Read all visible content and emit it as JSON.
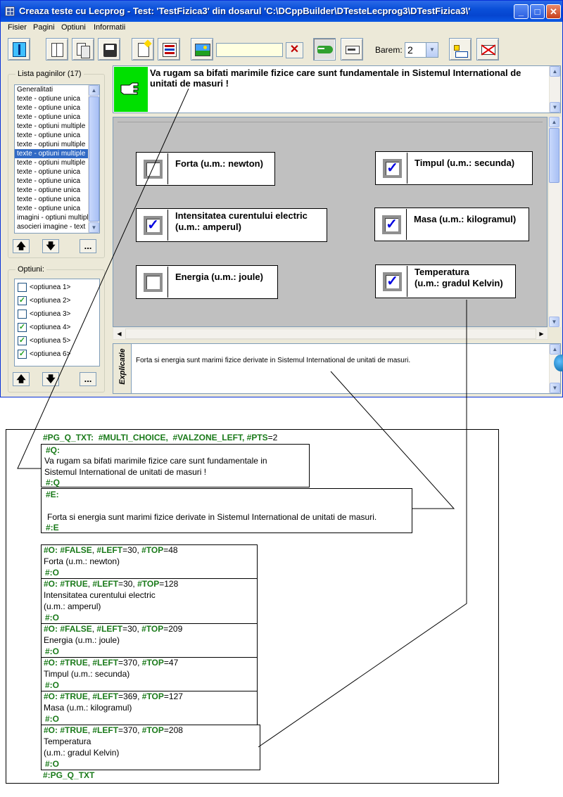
{
  "window": {
    "title": "Creaza teste cu Lecprog - Test: 'TestFizica3' din dosarul 'C:\\DCppBuilder\\DTesteLecprog3\\DTestFizica3\\'",
    "btn_minimize": "_",
    "btn_maximize": "□",
    "btn_close": "✕"
  },
  "menu": [
    "Fisier",
    "Pagini",
    "Optiuni",
    "Informatii"
  ],
  "toolbar": {
    "filter_value": "",
    "clear_label": "✕",
    "barem_label": "Barem:",
    "barem_value": "2",
    "barem_arrow": "▼"
  },
  "pages": {
    "title": "Lista paginilor (17)",
    "items": [
      "Generalitati",
      "texte - optiune unica",
      "texte - optiune unica",
      "texte - optiune unica",
      "texte - optiuni multiple",
      "texte - optiune unica",
      "texte - optiuni multiple",
      "texte - optiuni multiple",
      "texte - optiuni multiple",
      "texte - optiune unica",
      "texte - optiune unica",
      "texte - optiune unica",
      "texte - optiune unica",
      "texte - optiune unica",
      "imagini - optiuni multiple",
      "asocieri imagine - text"
    ],
    "selected_index": 7,
    "up": "🡅",
    "down": "🡇",
    "more": "..."
  },
  "options": {
    "title": "Optiuni:",
    "items": [
      {
        "label": "<optiunea 1>",
        "checked": false
      },
      {
        "label": "<optiunea 2>",
        "checked": true
      },
      {
        "label": "<optiunea 3>",
        "checked": false
      },
      {
        "label": "<optiunea 4>",
        "checked": true
      },
      {
        "label": "<optiunea 5>",
        "checked": true
      },
      {
        "label": "<optiunea 6>",
        "checked": true
      }
    ],
    "up": "🡅",
    "down": "🡇",
    "more": "..."
  },
  "question": {
    "text": "Va rugam sa bifati marimile fizice care sunt fundamentale in Sistemul International de unitati de masuri !"
  },
  "design_options": [
    {
      "label": "Forta (u.m.: newton)",
      "checked": false
    },
    {
      "label": "Intensitatea curentului electric\n(u.m.: amperul)",
      "checked": true
    },
    {
      "label": "Energia (u.m.: joule)",
      "checked": false
    },
    {
      "label": "Timpul (u.m.: secunda)",
      "checked": true
    },
    {
      "label": "Masa (u.m.: kilogramul)",
      "checked": true
    },
    {
      "label": "Temperatura\n(u.m.: gradul Kelvin)",
      "checked": true
    }
  ],
  "checkmark": "✓",
  "explanation": {
    "tab_label": "Explicatie",
    "text": "Forta si energia sunt marimi fizice derivate in Sistemul International de unitati de masuri."
  },
  "code": {
    "header_tag": "#PG_Q_TXT:",
    "header_rest_1": "#MULTI_CHOICE,",
    "header_rest_2": "#VALZONE_LEFT,",
    "header_pts_tag": "#PTS",
    "header_pts_val": "=2",
    "q_open": "#Q:",
    "q_line1": "Va rugam sa bifati marimile fizice care sunt fundamentale in",
    "q_line2": "Sistemul International de unitati de masuri !",
    "q_close": "#:Q",
    "e_open": "#E:",
    "e_line": "Forta si energia sunt marimi fizice derivate in Sistemul International de unitati de masuri.",
    "e_close": "#:E",
    "blocks": [
      {
        "tag": "#O:",
        "truth": "#FALSE",
        "left": "30",
        "top": "48",
        "lines": [
          "Forta (u.m.: newton)"
        ]
      },
      {
        "tag": "#O:",
        "truth": "#TRUE",
        "left": "30",
        "top": "128",
        "lines": [
          "Intensitatea curentului electric",
          "(u.m.: amperul)"
        ]
      },
      {
        "tag": "#O:",
        "truth": "#FALSE",
        "left": "30",
        "top": "209",
        "lines": [
          "Energia (u.m.: joule)"
        ]
      },
      {
        "tag": "#O:",
        "truth": "#TRUE",
        "left": "370",
        "top": "47",
        "lines": [
          "Timpul (u.m.: secunda)"
        ]
      },
      {
        "tag": "#O:",
        "truth": "#TRUE",
        "left": "369",
        "top": "127",
        "lines": [
          "Masa (u.m.: kilogramul)"
        ]
      },
      {
        "tag": "#O:",
        "truth": "#TRUE",
        "left": "370",
        "top": "208",
        "lines": [
          "Temperatura",
          "(u.m.: gradul Kelvin)"
        ]
      }
    ],
    "left_kw": "#LEFT",
    "top_kw": "#TOP",
    "o_close": "#:O",
    "footer": "#:PG_Q_TXT"
  }
}
